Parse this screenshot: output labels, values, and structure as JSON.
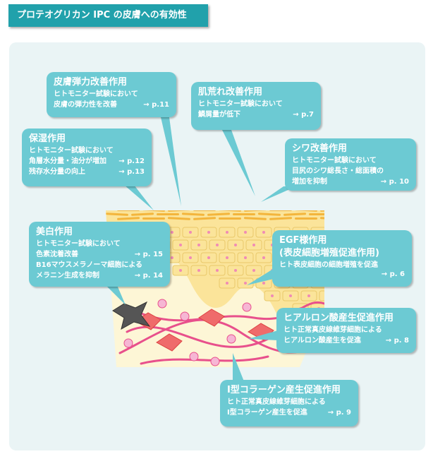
{
  "header": {
    "title": "プロテオグリカン IPC の皮膚への有効性"
  },
  "callouts": {
    "elasticity": {
      "title": "皮膚弾力改善作用",
      "line1": "ヒトモニター試験において",
      "line2": "皮膚の弾力性を改善",
      "ref": "→ p.11"
    },
    "roughness": {
      "title": "肌荒れ改善作用",
      "line1": "ヒトモニター試験において",
      "line2": "鱗屑量が低下",
      "ref": "→ p.7"
    },
    "moisture": {
      "title": "保湿作用",
      "line1": "ヒトモニター試験において",
      "line2": "角層水分量・油分が増加",
      "ref1": "→ p.12",
      "line3": "残存水分量の向上",
      "ref2": "→ p.13"
    },
    "wrinkle": {
      "title": "シワ改善作用",
      "line1": "ヒトモニター試験において",
      "line2": "目尻のシワ総長さ・総面積の",
      "line3": "増加を抑制",
      "ref": "→ p. 10"
    },
    "whitening": {
      "title": "美白作用",
      "line1": "ヒトモニター試験において",
      "line2": "色素沈着改善",
      "ref1": "→ p. 15",
      "line3": "B16マウスメラノーマ細胞による",
      "line4": "メラニン生成を抑制",
      "ref2": "→ p. 14"
    },
    "egf": {
      "title": "EGF様作用",
      "title2": "(表皮細胞増殖促進作用)",
      "line1": "ヒト表皮細胞の細胞増殖を促進",
      "ref": "→ p. 6"
    },
    "hyaluronic": {
      "title": "ヒアルロン酸産生促進作用",
      "line1": "ヒト正常真皮線維芽細胞による",
      "line2": "ヒアルロン酸産生を促進",
      "ref": "→ p. 8"
    },
    "collagen": {
      "title": "Ⅰ型コラーゲン産生促進作用",
      "line1": "ヒト正常真皮線維芽細胞による",
      "line2": "Ⅰ型コラーゲン産生を促進",
      "ref": "→ p. 9"
    }
  },
  "colors": {
    "header": "#21a1ab",
    "callout": "#6ccad3",
    "panel": "#eaf4f5",
    "horny_layer": "#f3b53c",
    "cell": "#fbe49a",
    "dermis": "#fdf6d6",
    "fiber": "#e8508c",
    "fibroblast": "#ef6b6b",
    "melanocyte": "#555555"
  }
}
